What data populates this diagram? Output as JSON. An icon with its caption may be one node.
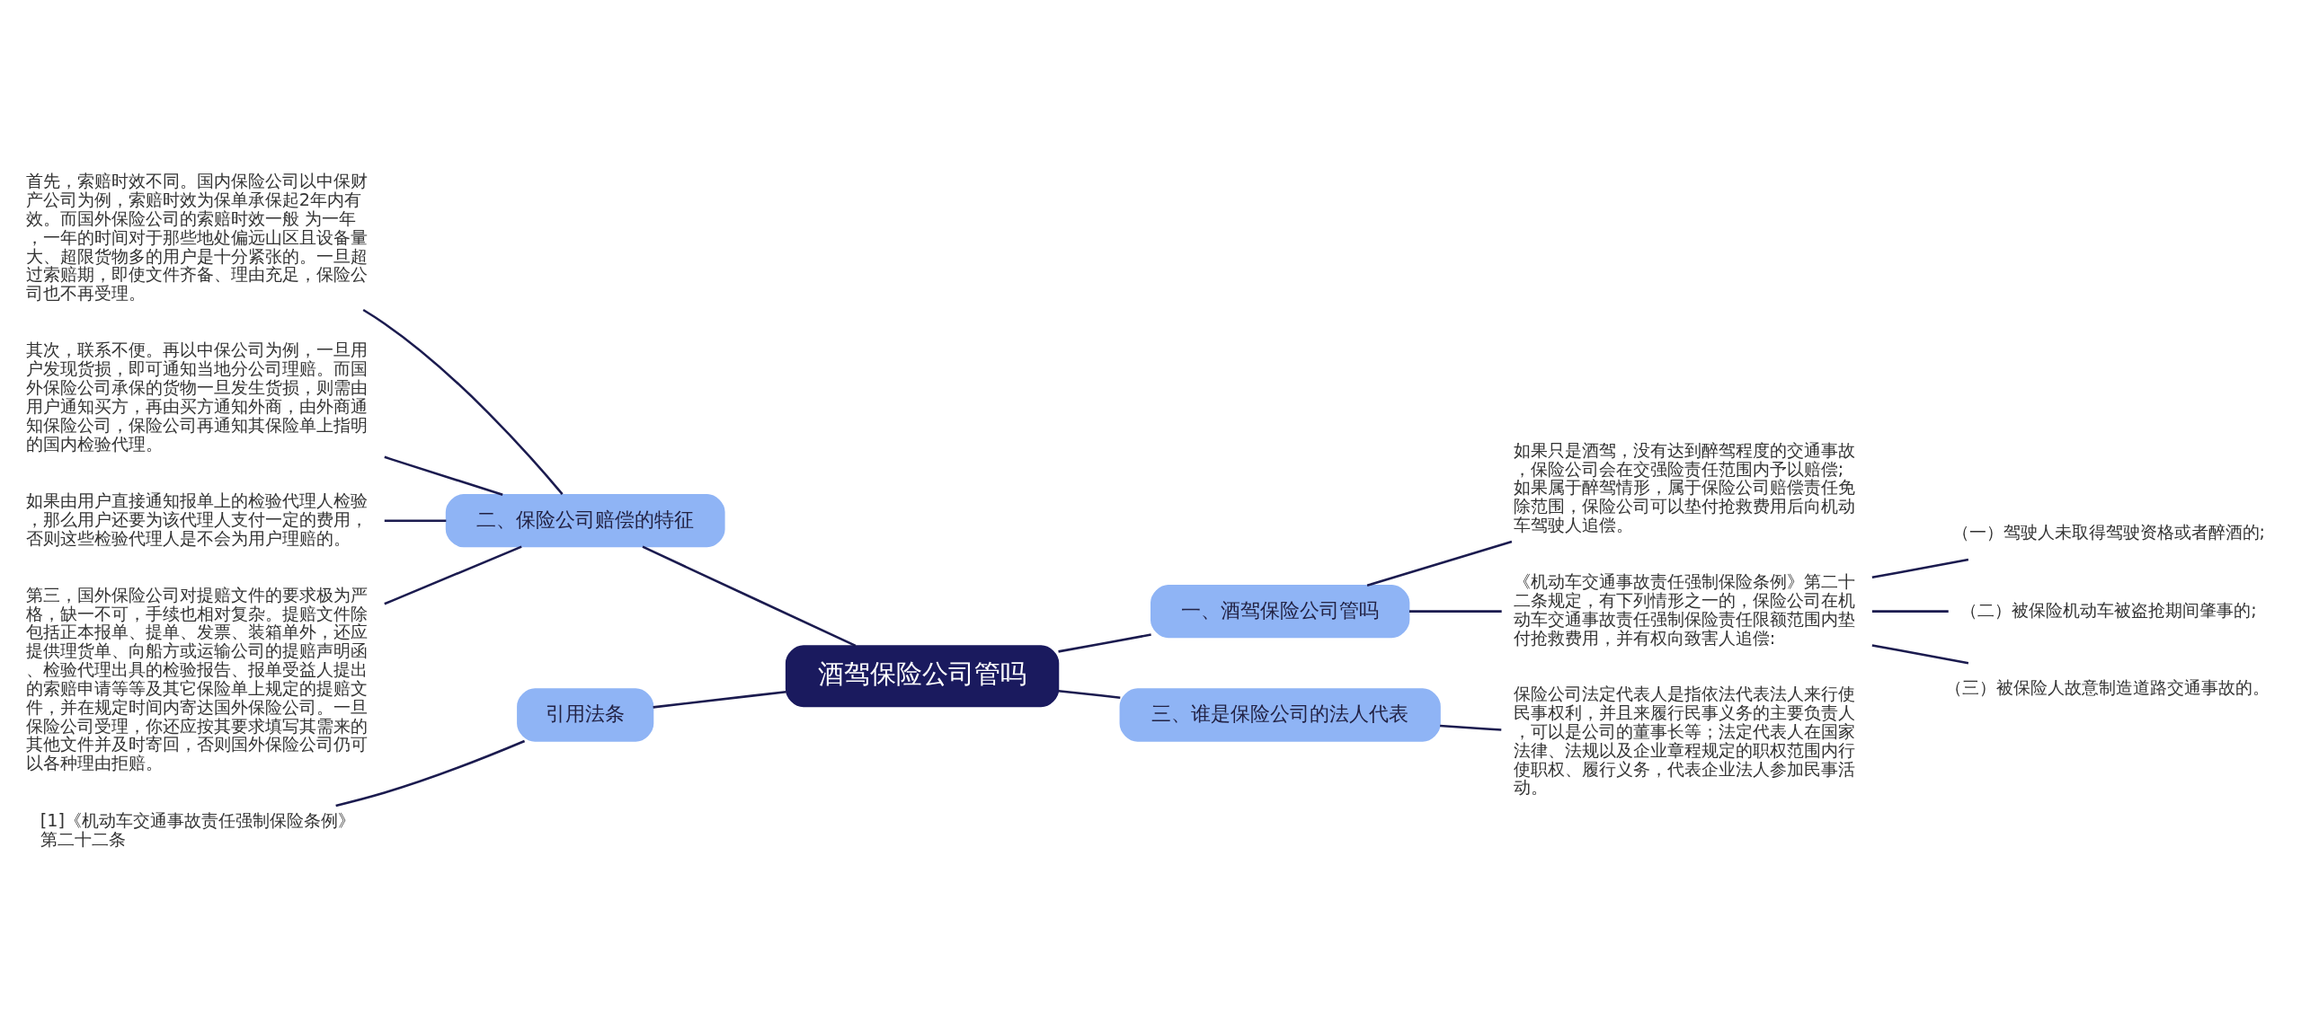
{
  "diagram": {
    "nodes": [
      {
        "text": [
          "酒驾保险公司管吗"
        ]
      },
      {
        "text": [
          "二、保险公司赔偿的特征"
        ]
      },
      {
        "text": [
          "首先，索赔时效不同。国内保险公司以中保财产公司为例，索赔时效为保单承保起2年内有效。而国外保险公司的索赔时效一般 为一年，一年的时间对于那些地处偏远山区且设备量大、超限货物多的用户是十分紧张的。一旦超过索赔期，即使文件齐备、理由充足，保险公司也不再受理。"
        ]
      },
      {
        "text": [
          "其次，联系不便。再以中保公司为例，一旦用户发现货损，即可通知当地分公司理赔。而国外保险公司承保的货物一旦发生货损，则需由用户通知买方，再由买方通知外商，由外商通知保险公司，保险公司再通知其保险单上指明的国内检验代理。"
        ]
      },
      {
        "text": [
          "如果由用户直接通知报单上的检验代理人检验，那么用户还要为该代理人支付一定的费用，否则这些检验代理人是不会为用户理赔的。"
        ]
      },
      {
        "text": [
          "第三，国外保险公司对提赔文件的要求极为严格，缺一不可，手续也相对复杂。提赔文件除包括正本报单、提单、发票、装箱单外，还应提供理货单、向船方或运输公司的提赔声明函、检验代理出具的检验报告、报单受益人提出的索赔申请等等及其它保险单上规定的提赔文件，并在规定时间内寄达国外保险公司。一旦保险公司受理，你还应按其要求填写其需来的其他文件并及时寄回，否则国外保险公司仍可以各种理由拒赔。"
        ]
      },
      {
        "text": [
          "一、酒驾保险公司管吗"
        ]
      },
      {
        "text": [
          "如果只是酒驾，没有达到醉驾程度的交通事故，保险公司会在交强险责任范围内予以赔偿;如果属于醉驾情形，属于保险公司赔偿责任免除范围，保险公司可以垫付抢救费用后向机动车驾驶人追偿。"
        ]
      },
      {
        "text": [
          "《机动车交通事故责任强制保险条例》第二十二条规定，有下列情形之一的，保险公司在机动车交通事故责任强制保险责任限额范围内垫付抢救费用，并有权向致害人追偿:"
        ]
      },
      {
        "text": [
          "（一）驾驶人未取得驾驶资格或者醉酒的;"
        ]
      },
      {
        "text": [
          "（二）被保险机动车被盗抢期间肇事的;"
        ]
      },
      {
        "text": [
          "（三）被保险人故意制造道路交通事故的。"
        ]
      },
      {
        "text": [
          "三、谁是保险公司的法人代表"
        ]
      },
      {
        "text": [
          "保险公司法定代表人是指依法代表法人来行使民事权利，并且来履行民事义务的主要负责人，可以是公司的董事长等；法定代表人在国家法律、法规以及企业章程规定的职权范围内行使职权、履行义务，代表企业法人参加民事活动。"
        ]
      },
      {
        "text": [
          "引用法条"
        ]
      },
      {
        "text": [
          "[1]《机动车交通事故责任强制保险条例》第二十二条"
        ]
      }
    ],
    "edges": [
      {
        "from": 0,
        "to": 1,
        "arrow": "none"
      },
      {
        "from": 1,
        "to": 2,
        "arrow": "none"
      },
      {
        "from": 1,
        "to": 3,
        "arrow": "none"
      },
      {
        "from": 1,
        "to": 4,
        "arrow": "none"
      },
      {
        "from": 1,
        "to": 5,
        "arrow": "none"
      },
      {
        "from": 0,
        "to": 6,
        "arrow": "none"
      },
      {
        "from": 6,
        "to": 7,
        "arrow": "none"
      },
      {
        "from": 6,
        "to": 8,
        "arrow": "none"
      },
      {
        "from": 8,
        "to": 9,
        "arrow": "none"
      },
      {
        "from": 8,
        "to": 10,
        "arrow": "none"
      },
      {
        "from": 8,
        "to": 11,
        "arrow": "none"
      },
      {
        "from": 0,
        "to": 12,
        "arrow": "none"
      },
      {
        "from": 12,
        "to": 13,
        "arrow": "none"
      },
      {
        "from": 0,
        "to": 14,
        "arrow": "none"
      },
      {
        "from": 14,
        "to": 15,
        "arrow": "none"
      }
    ]
  }
}
